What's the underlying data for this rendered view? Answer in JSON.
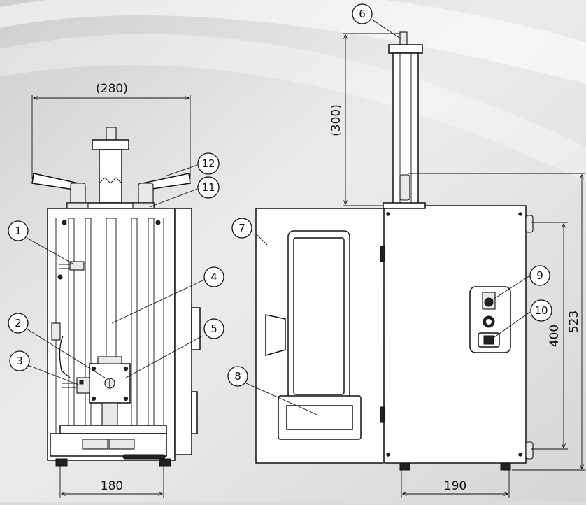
{
  "dimensions": {
    "top_width": "(280)",
    "front_base_width": "180",
    "side_base_width": "190",
    "column_height": "(300)",
    "panel_height": "400",
    "total_height": "523"
  },
  "callouts": [
    "1",
    "2",
    "3",
    "4",
    "5",
    "6",
    "7",
    "8",
    "9",
    "10",
    "11",
    "12"
  ]
}
